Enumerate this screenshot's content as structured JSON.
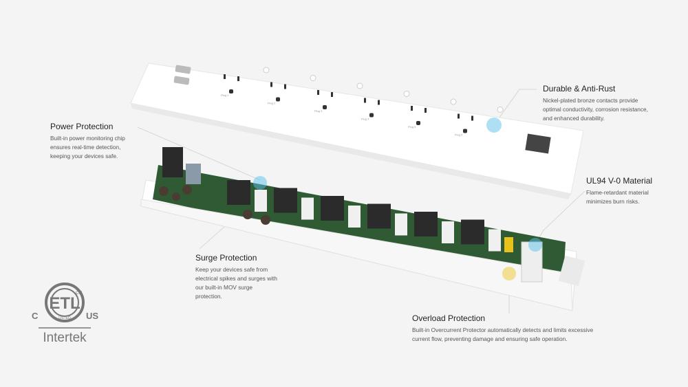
{
  "callouts": {
    "power": {
      "title": "Power Protection",
      "lines": [
        "Built-in power monitoring chip",
        "ensures real-time detection,",
        "keeping your devices safe."
      ]
    },
    "durable": {
      "title": "Durable & Anti-Rust",
      "lines": [
        "Nickel-plated bronze contacts provide",
        "optimal conductivity, corrosion resistance,",
        "and enhanced durability."
      ]
    },
    "ul94": {
      "title": "UL94 V-0 Material",
      "lines": [
        "Flame-retardant material",
        "minimizes burn risks."
      ]
    },
    "surge": {
      "title": "Surge Protection",
      "lines": [
        "Keep your devices safe from",
        "electrical spikes and surges with",
        "our built-in MOV surge",
        "protection."
      ]
    },
    "overload": {
      "title": "Overload Protection",
      "lines": [
        "Built-in Overcurrent Protector automatically detects and limits excessive",
        "current flow, preventing damage and ensuring safe operation."
      ]
    }
  },
  "plugs": [
    "Plug 1",
    "Plug 2",
    "Plug 3",
    "Plug 4",
    "Plug 5",
    "Plug 6"
  ],
  "certification": {
    "mark": "ETL",
    "cm": "CM",
    "listed": "LISTED",
    "left": "C",
    "right": "US",
    "brand": "Intertek"
  },
  "colors": {
    "background": "#f4f4f4",
    "pcb": "#2f5a34",
    "highlight": "#5bc0eb",
    "housing": "#ffffff"
  }
}
